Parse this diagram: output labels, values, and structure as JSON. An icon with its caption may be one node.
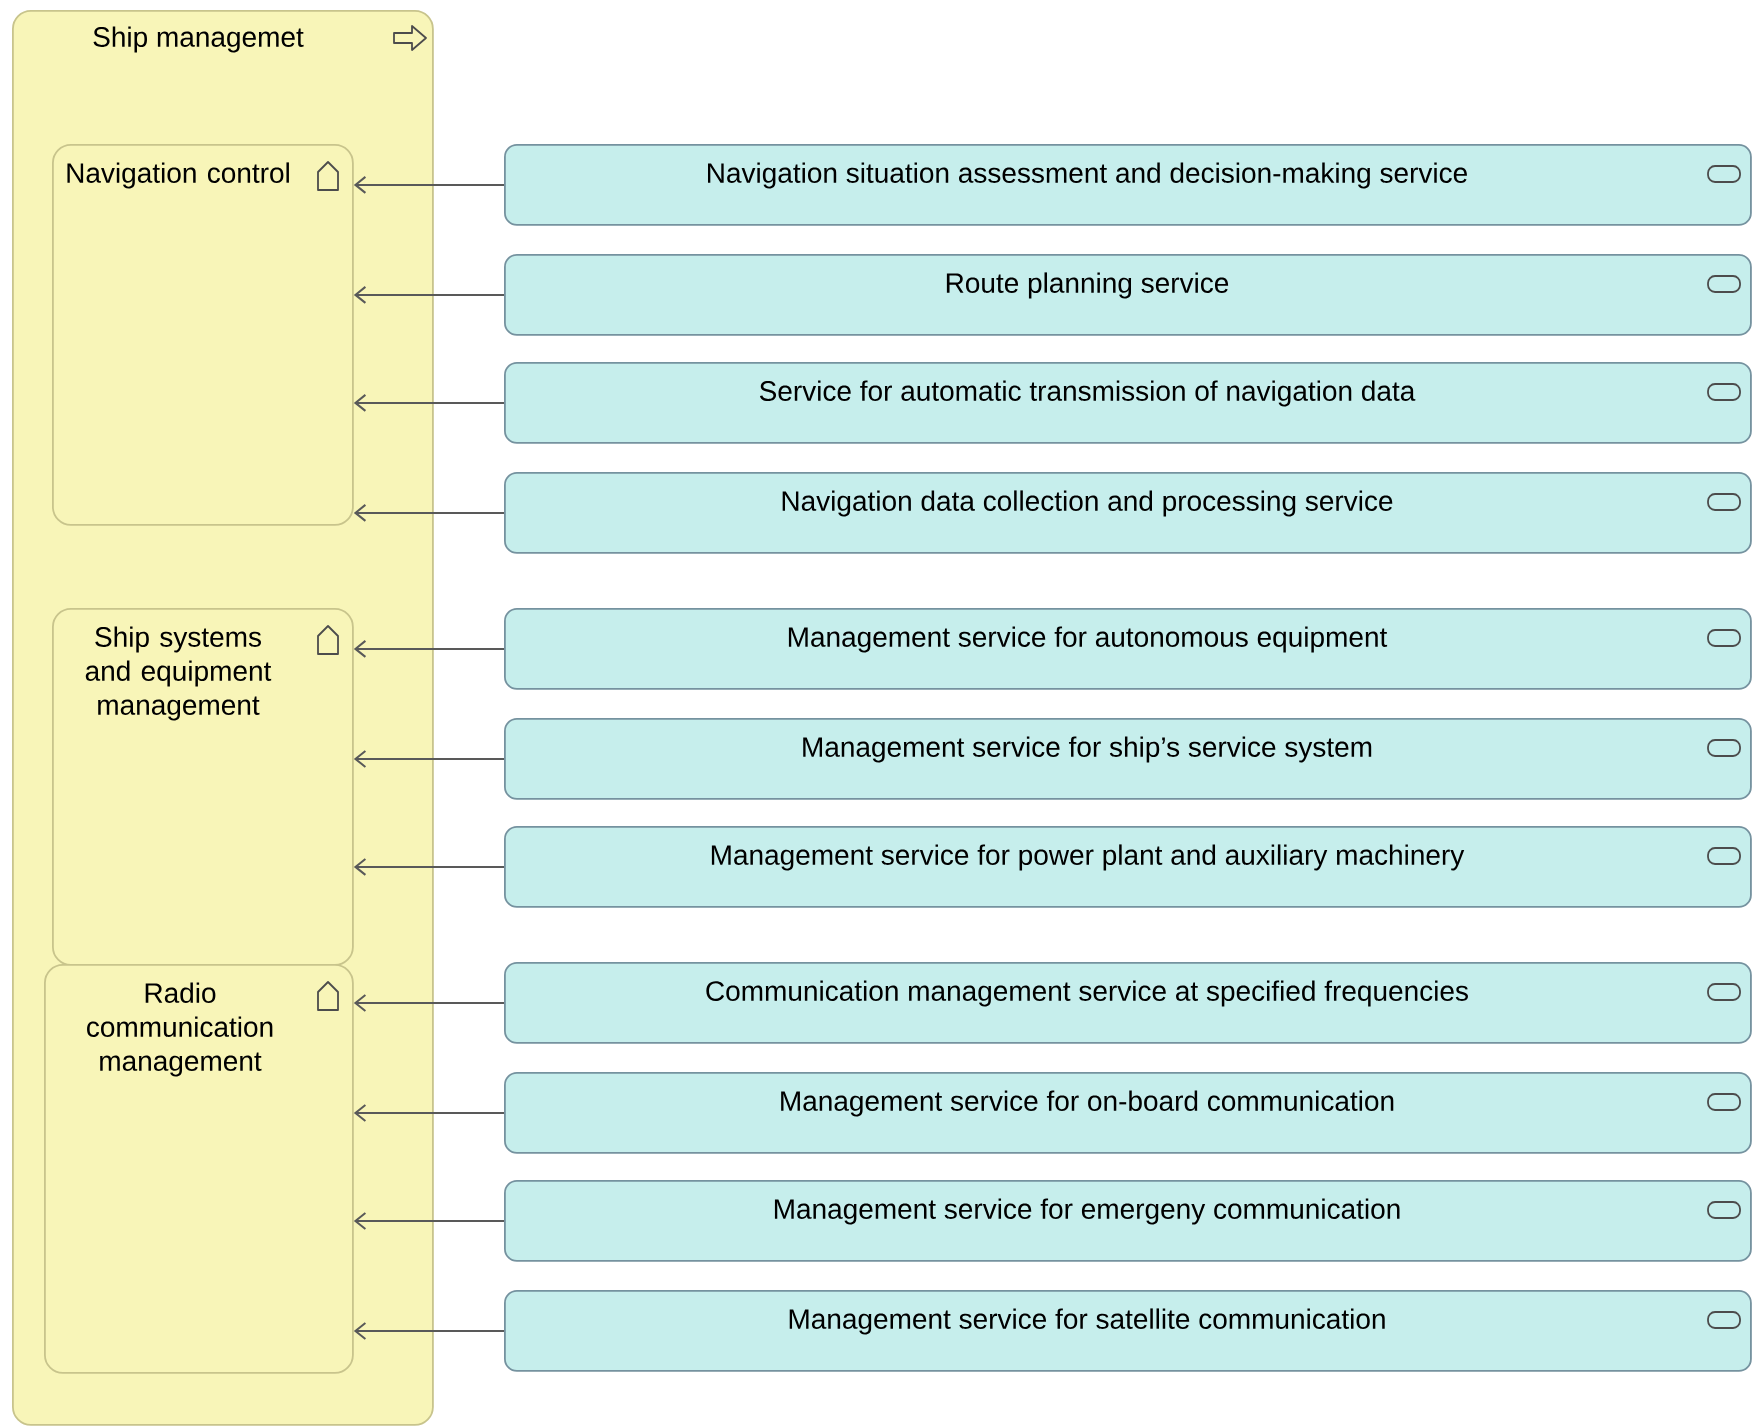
{
  "diagram": {
    "nodes": [
      {
        "text": [
          "Ship managemet"
        ]
      },
      {
        "text": [
          "Navigation control"
        ],
        "in": 0
      },
      {
        "text": [
          "Ship systems and equipment management"
        ],
        "in": 0
      },
      {
        "text": [
          "Radio communication management"
        ],
        "in": 0
      },
      {
        "text": [
          "Navigation situation assessment and decision-making service"
        ]
      },
      {
        "text": [
          "Route planning service"
        ]
      },
      {
        "text": [
          "Service for automatic transmission of navigation data"
        ]
      },
      {
        "text": [
          "Navigation data collection and processing service"
        ]
      },
      {
        "text": [
          "Management service for autonomous equipment"
        ]
      },
      {
        "text": [
          "Management service for ship’s service system"
        ]
      },
      {
        "text": [
          "Management service for power plant and auxiliary machinery"
        ]
      },
      {
        "text": [
          "Communication management service at specified frequencies"
        ]
      },
      {
        "text": [
          "Management service for on-board communication"
        ]
      },
      {
        "text": [
          "Management service for emergeny communication"
        ]
      },
      {
        "text": [
          "Management service for satellite communication"
        ]
      }
    ],
    "edges": [
      {
        "from": 4,
        "to": 1,
        "arrow": "to"
      },
      {
        "from": 5,
        "to": 1,
        "arrow": "to"
      },
      {
        "from": 6,
        "to": 1,
        "arrow": "to"
      },
      {
        "from": 7,
        "to": 1,
        "arrow": "to"
      },
      {
        "from": 8,
        "to": 2,
        "arrow": "to"
      },
      {
        "from": 9,
        "to": 2,
        "arrow": "to"
      },
      {
        "from": 10,
        "to": 2,
        "arrow": "to"
      },
      {
        "from": 11,
        "to": 3,
        "arrow": "to"
      },
      {
        "from": 12,
        "to": 3,
        "arrow": "to"
      },
      {
        "from": 13,
        "to": 3,
        "arrow": "to"
      },
      {
        "from": 14,
        "to": 3,
        "arrow": "to"
      }
    ]
  }
}
